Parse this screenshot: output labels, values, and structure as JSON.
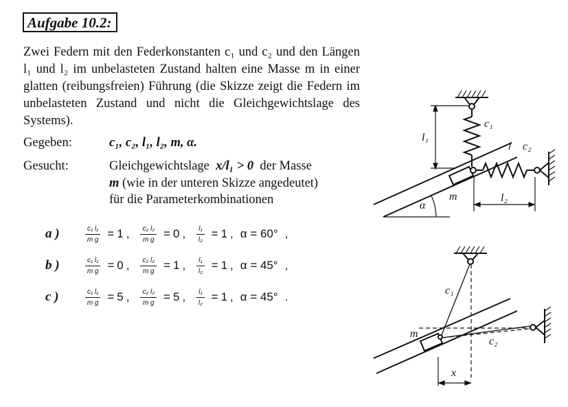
{
  "title": "Aufgabe 10.2:",
  "intro": "Zwei Federn mit den Federkonstanten c₁ und c₂ und den Längen l₁ und l₂ im unbelasteten Zustand halten eine Masse m in einer glatten (reibungsfreien) Führung (die Skizze zeigt die Federn im unbelasteten Zustand und nicht die Gleichgewichtslage des Systems).",
  "given": {
    "label": "Gegeben:",
    "value": "c₁, c₂, l₁, l₂, m, α."
  },
  "sought": {
    "label": "Gesucht:",
    "line1_prefix": "Gleichgewichtslage",
    "line1_expr": "x/l₁ > 0",
    "line1_suffix": "der Masse",
    "line2_var": "m",
    "line2": "(wie in der unteren Skizze angedeutet)",
    "line3": "für die Parameterkombinationen"
  },
  "cases": [
    {
      "label": "a )",
      "f1_num": "c₁ l₁",
      "f1_den": "m g",
      "v1": "1",
      "f2_num": "c₂ l₂",
      "f2_den": "m g",
      "v2": "0",
      "f3_num": "l₁",
      "f3_den": "l₂",
      "v3": "1",
      "alpha": "α = 60°",
      "end": ","
    },
    {
      "label": "b )",
      "f1_num": "c₁ l₁",
      "f1_den": "m g",
      "v1": "0",
      "f2_num": "c₂ l₂",
      "f2_den": "m g",
      "v2": "1",
      "f3_num": "l₁",
      "f3_den": "l₂",
      "v3": "1",
      "alpha": "α = 45°",
      "end": ","
    },
    {
      "label": "c )",
      "f1_num": "c₁ l₁",
      "f1_den": "m g",
      "v1": "5",
      "f2_num": "c₂ l₂",
      "f2_den": "m g",
      "v2": "5",
      "f3_num": "l₁",
      "f3_den": "l₂",
      "v3": "1",
      "alpha": "α = 45°",
      "end": "."
    }
  ],
  "sketch_top": {
    "c1": "c₁",
    "c2": "c₂",
    "l1": "l₁",
    "l2": "l₂",
    "m": "m",
    "alpha": "α"
  },
  "sketch_bottom": {
    "c1": "c₁",
    "c2": "c₂",
    "m": "m",
    "x": "x"
  }
}
